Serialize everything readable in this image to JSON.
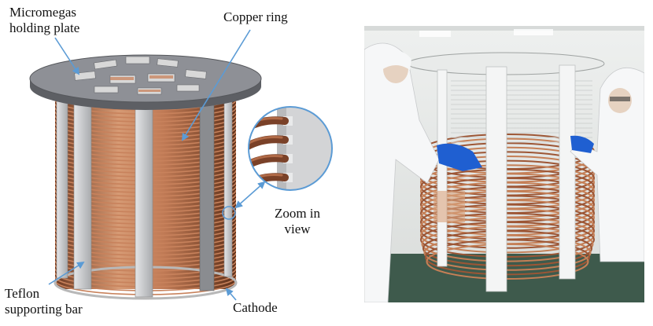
{
  "labels": {
    "micromegas": [
      "Micromegas",
      "holding plate"
    ],
    "copper_ring": "Copper ring",
    "zoom": [
      "Zoom in",
      "view"
    ],
    "teflon": [
      "Teflon",
      "supporting bar"
    ],
    "cathode": "Cathode"
  },
  "colors": {
    "copper": "#c8825c",
    "copper_dark": "#8a4a2e",
    "plate": "#8e9096",
    "teflon_bar": "#c9cacc",
    "arrow": "#5b9bd5"
  }
}
